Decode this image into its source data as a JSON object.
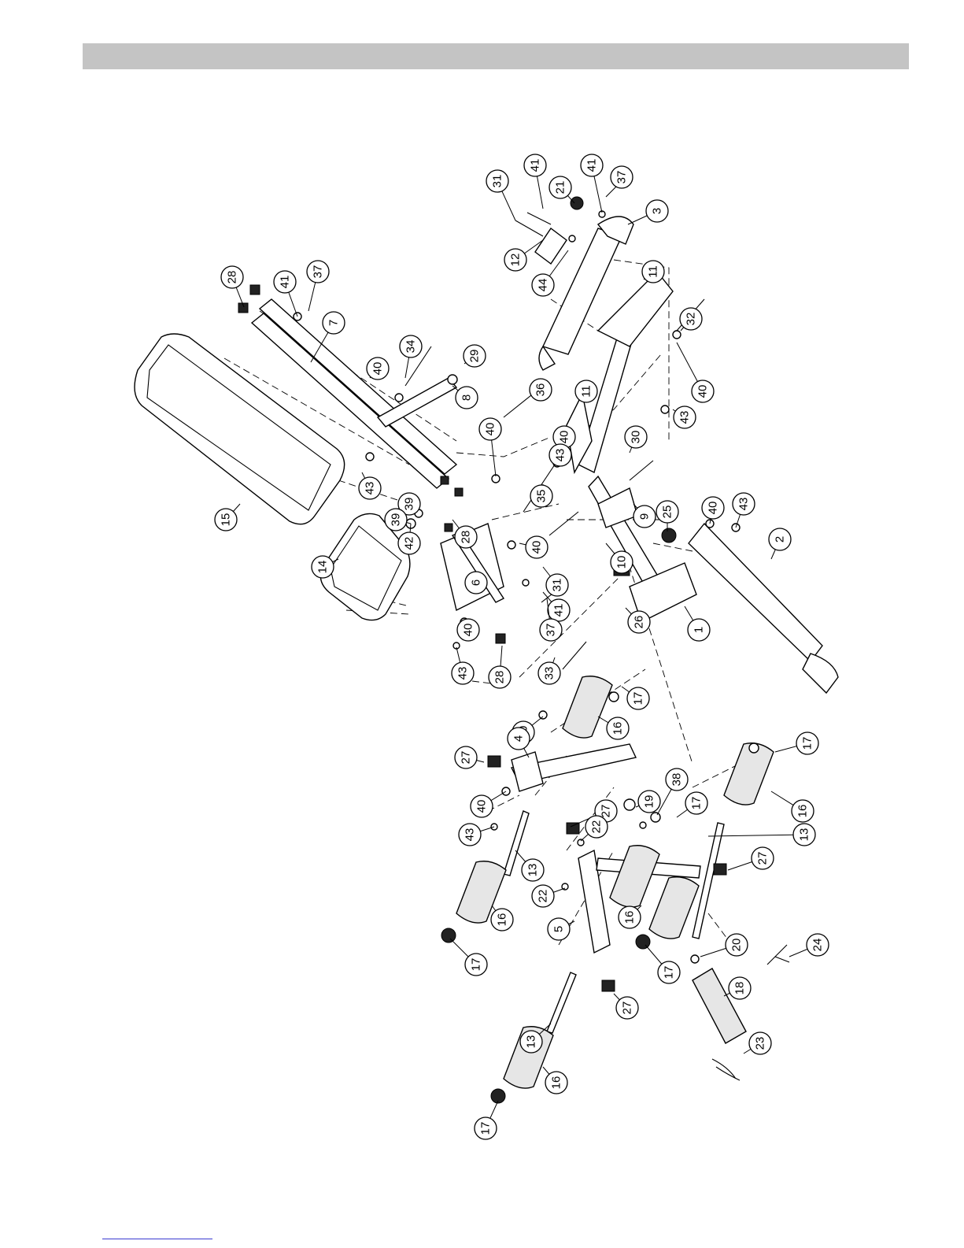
{
  "header": {
    "bar_color": "#c4c4c4",
    "text": ""
  },
  "diagram": {
    "callouts": [
      "1",
      "2",
      "3",
      "4",
      "5",
      "6",
      "7",
      "8",
      "9",
      "10",
      "11",
      "12",
      "13",
      "14",
      "15",
      "16",
      "17",
      "18",
      "19",
      "20",
      "21",
      "22",
      "23",
      "24",
      "25",
      "26",
      "27",
      "28",
      "29",
      "30",
      "31",
      "32",
      "33",
      "34",
      "35",
      "36",
      "37",
      "38",
      "39",
      "40",
      "41",
      "42",
      "43",
      "44"
    ],
    "instances": [
      "31",
      "41",
      "21",
      "41",
      "37",
      "12",
      "44",
      "3",
      "28",
      "41",
      "37",
      "7",
      "11",
      "34",
      "29",
      "40",
      "8",
      "36",
      "40",
      "43",
      "39",
      "11",
      "40",
      "32",
      "43",
      "35",
      "43",
      "40",
      "30",
      "15",
      "39",
      "42",
      "28",
      "9",
      "25",
      "40",
      "43",
      "40",
      "10",
      "31",
      "6",
      "14",
      "41",
      "37",
      "26",
      "1",
      "2",
      "40",
      "43",
      "28",
      "33",
      "17",
      "40",
      "16",
      "4",
      "27",
      "40",
      "43",
      "27",
      "19",
      "38",
      "17",
      "16",
      "17",
      "22",
      "13",
      "27",
      "13",
      "16",
      "22",
      "5",
      "16",
      "20",
      "24",
      "17",
      "17",
      "18",
      "13",
      "27",
      "23",
      "16",
      "17"
    ]
  }
}
